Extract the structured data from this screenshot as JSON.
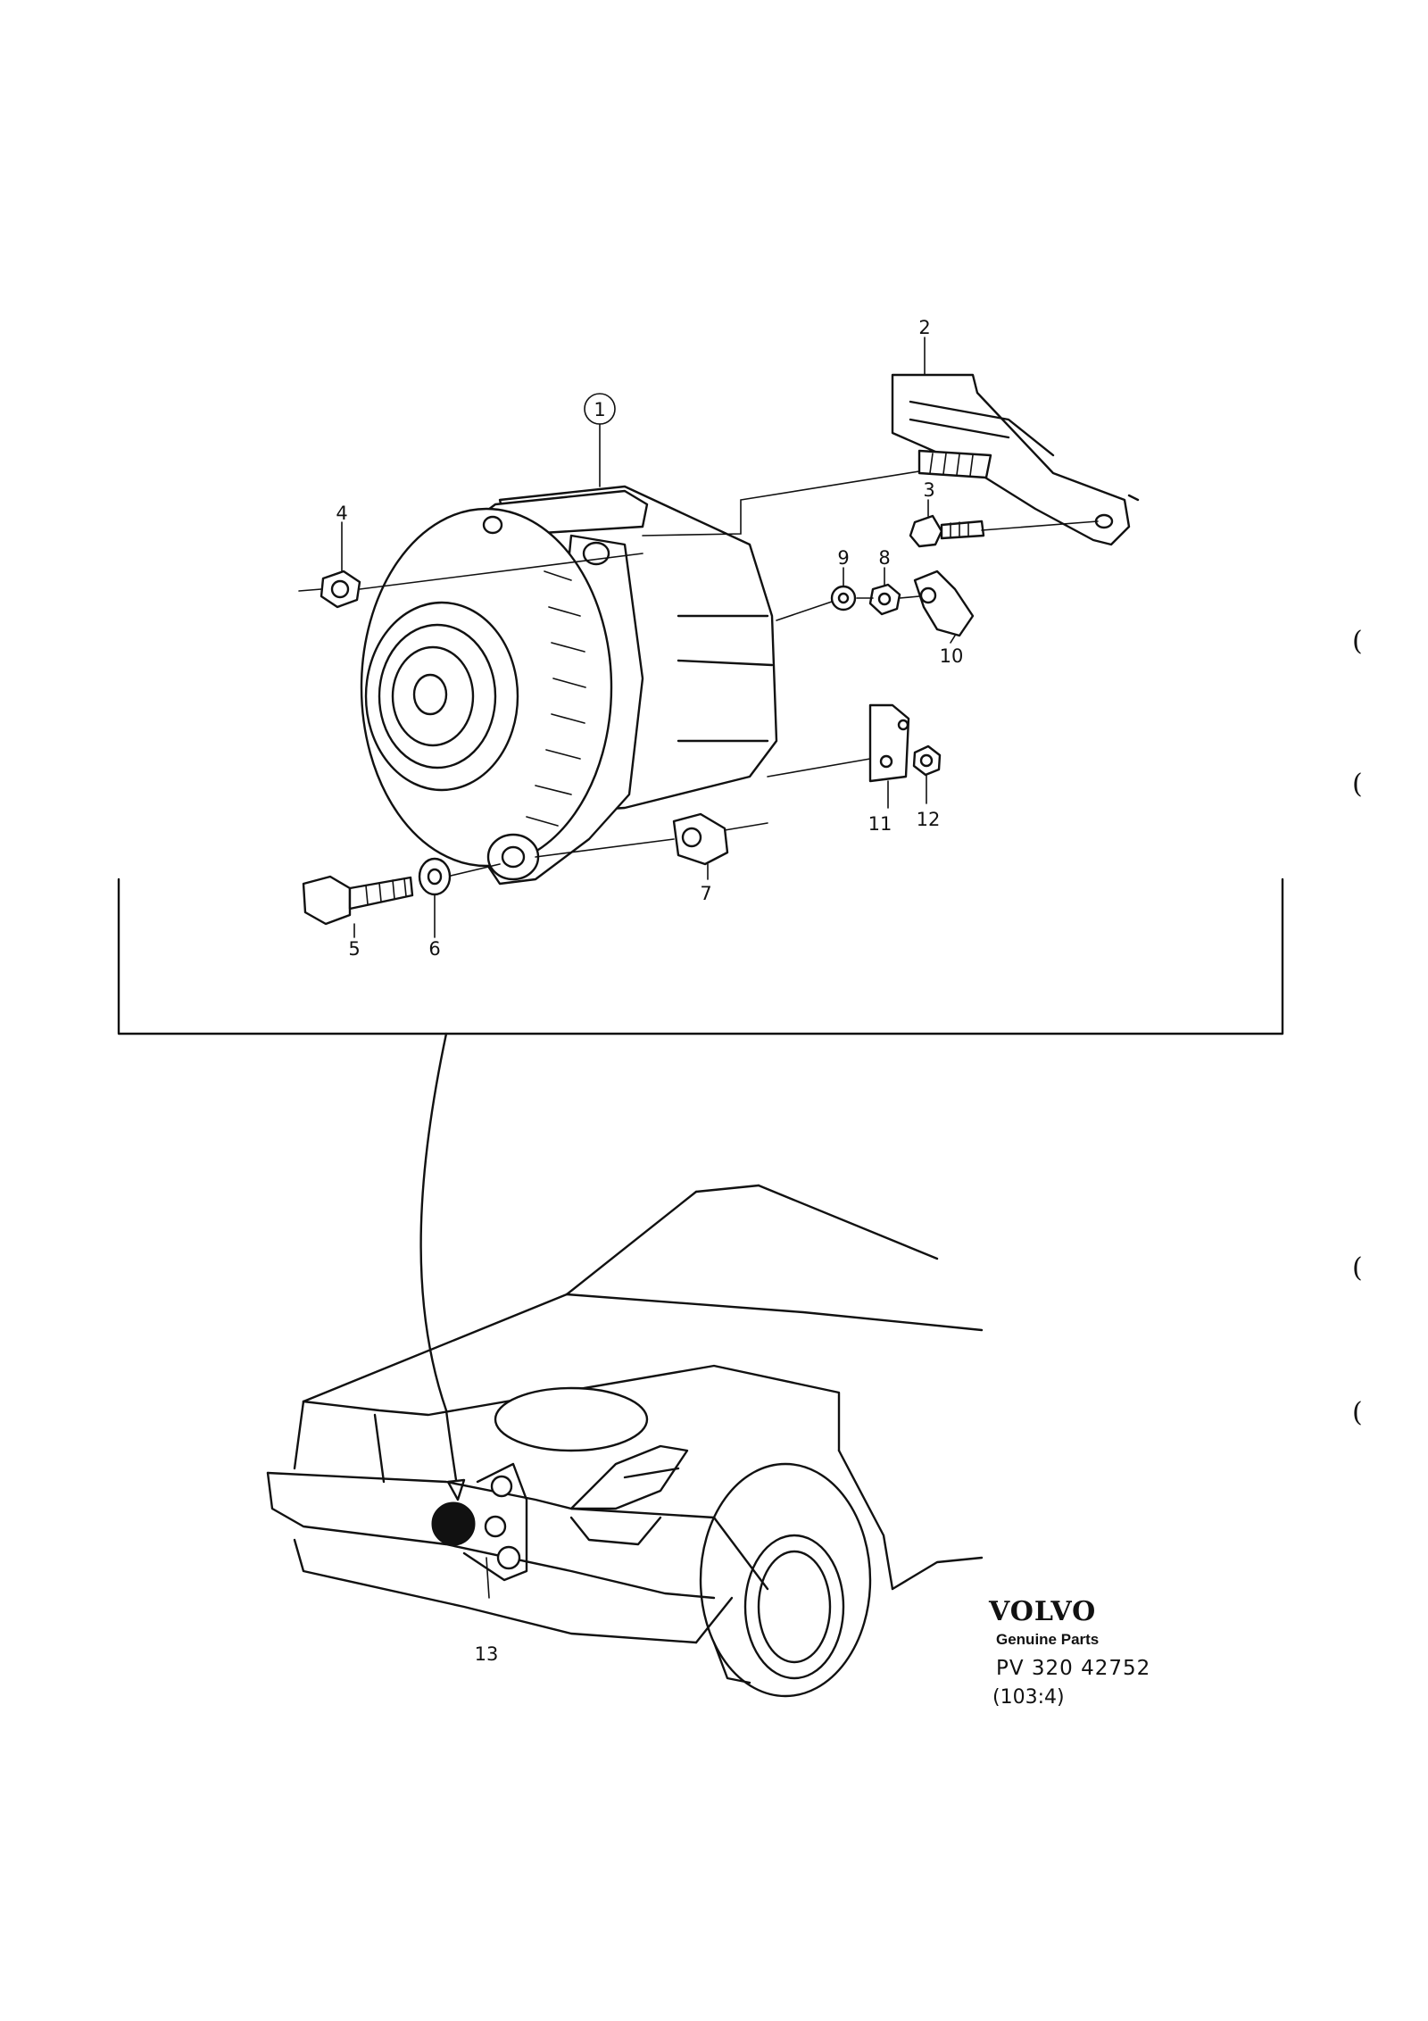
{
  "callouts": [
    "1",
    "2",
    "3",
    "4",
    "5",
    "6",
    "7",
    "8",
    "9",
    "10",
    "11",
    "12",
    "13"
  ],
  "branding": {
    "brand": "VOLVO",
    "subtitle": "Genuine Parts",
    "part_number": "PV 320 42752",
    "revision": "(103:4)"
  },
  "margin_marks": [
    "(",
    "(",
    "(",
    "("
  ]
}
